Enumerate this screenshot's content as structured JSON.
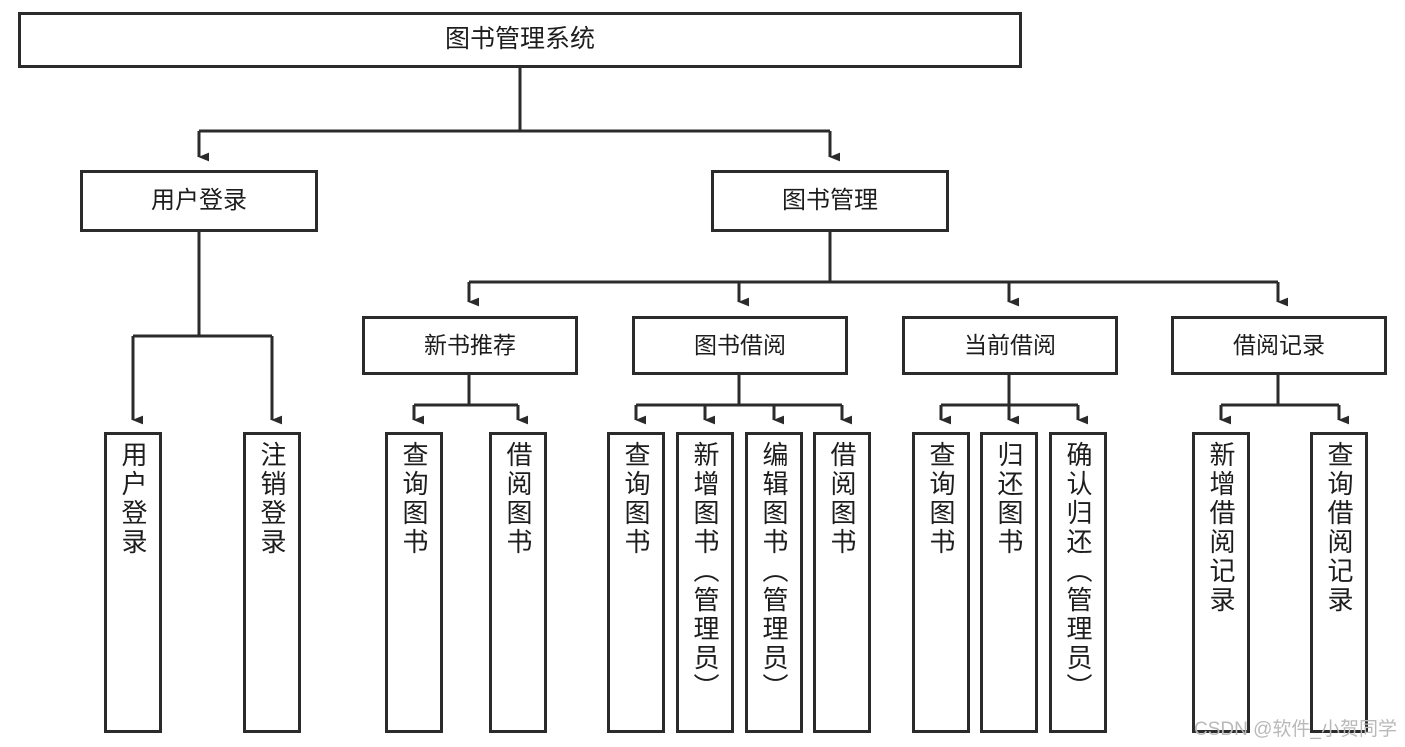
{
  "diagram": {
    "title": "图书管理系统",
    "type": "tree-hierarchy",
    "watermark": "CSDN @软件_小贺同学",
    "colors": {
      "box_border": "#2b2b2b",
      "box_fill": "#ffffff",
      "edge": "#2b2b2b",
      "text": "#1d1d1d",
      "watermark": "#b9b9b9",
      "background": "#ffffff"
    },
    "nodes": {
      "root": {
        "label": "图书管理系统"
      },
      "user_login": {
        "label": "用户登录"
      },
      "book_manage": {
        "label": "图书管理"
      },
      "new_book_rec": {
        "label": "新书推荐"
      },
      "book_borrow": {
        "label": "图书借阅"
      },
      "current_borrow": {
        "label": "当前借阅"
      },
      "borrow_record": {
        "label": "借阅记录"
      },
      "leaf_user_login": {
        "label": "用户登录"
      },
      "leaf_user_logout": {
        "label": "注销登录"
      },
      "leaf_query_book_1": {
        "label": "查询图书"
      },
      "leaf_borrow_book_1": {
        "label": "借阅图书"
      },
      "leaf_query_book_2": {
        "label": "查询图书"
      },
      "leaf_add_book": {
        "label": "新增图书（管理员）"
      },
      "leaf_edit_book": {
        "label": "编辑图书（管理员）"
      },
      "leaf_borrow_book_2": {
        "label": "借阅图书"
      },
      "leaf_query_book_3": {
        "label": "查询图书"
      },
      "leaf_return_book": {
        "label": "归还图书"
      },
      "leaf_confirm_return": {
        "label": "确认归还（管理员）"
      },
      "leaf_add_record": {
        "label": "新增借阅记录"
      },
      "leaf_query_record": {
        "label": "查询借阅记录"
      }
    }
  }
}
